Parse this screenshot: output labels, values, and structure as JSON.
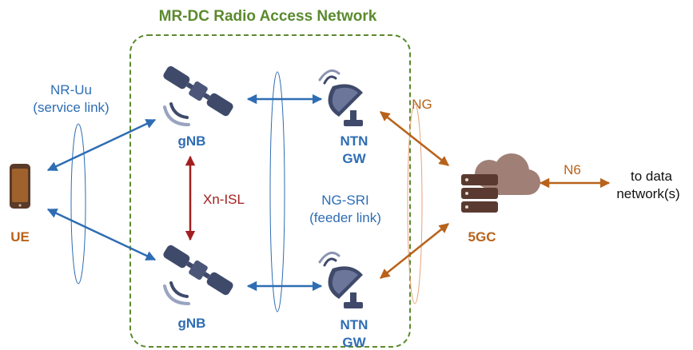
{
  "title": "MR-DC Radio Access Network",
  "nodes": {
    "ue": "UE",
    "gnb_top": "gNB",
    "gnb_bottom": "gNB",
    "ntn_top": [
      "NTN",
      "GW"
    ],
    "ntn_bottom": [
      "NTN",
      "GW"
    ],
    "core": "5GC",
    "destination": [
      "to data",
      "network(s)"
    ]
  },
  "links": {
    "service": [
      "NR-Uu",
      "(service link)"
    ],
    "isl": "Xn-ISL",
    "feeder": [
      "NG-SRI",
      "(feeder link)"
    ],
    "ng": "NG",
    "n6": "N6"
  },
  "colors": {
    "green": "#5b8a2e",
    "blue": "#2e6db3",
    "red": "#a31f1f",
    "brown": "#b8621a",
    "navy": "#3f4a6b",
    "phone": "#a0622d",
    "server": "#5a3a30",
    "cloud": "#a07f76"
  },
  "icons": [
    "smartphone-icon",
    "satellite-icon",
    "satellite-dish-icon",
    "cloud-server-icon"
  ]
}
